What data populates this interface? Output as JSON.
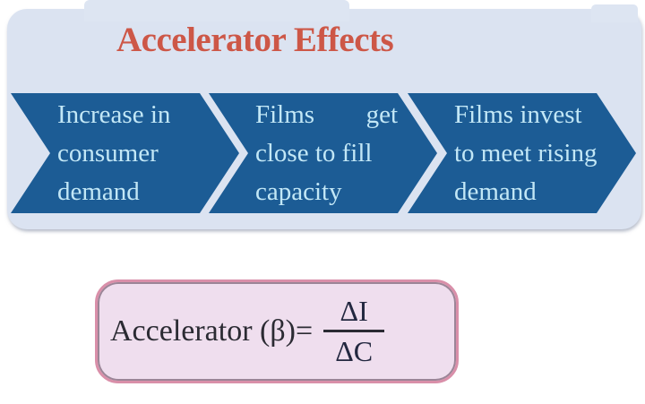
{
  "title": "Accelerator Effects",
  "flow": {
    "steps": [
      {
        "lines": [
          "Increase in",
          "consumer",
          "demand"
        ]
      },
      {
        "lines": [
          "Films get",
          "close to fill",
          "capacity"
        ]
      },
      {
        "lines": [
          "Films invest",
          "to meet rising",
          "demand"
        ]
      }
    ]
  },
  "formula": {
    "lhs": "Accelerator (β)=",
    "numerator": "ΔI",
    "denominator": "ΔC"
  },
  "colors": {
    "panel_bg": "#dbe3f1",
    "chevron_fill": "#1c5c95",
    "chevron_text": "#c2e7f6",
    "title_text": "#cd5747",
    "formula_box_bg": "#efdeee",
    "formula_box_border": "#d98fa9",
    "formula_text": "#2b2b33"
  }
}
